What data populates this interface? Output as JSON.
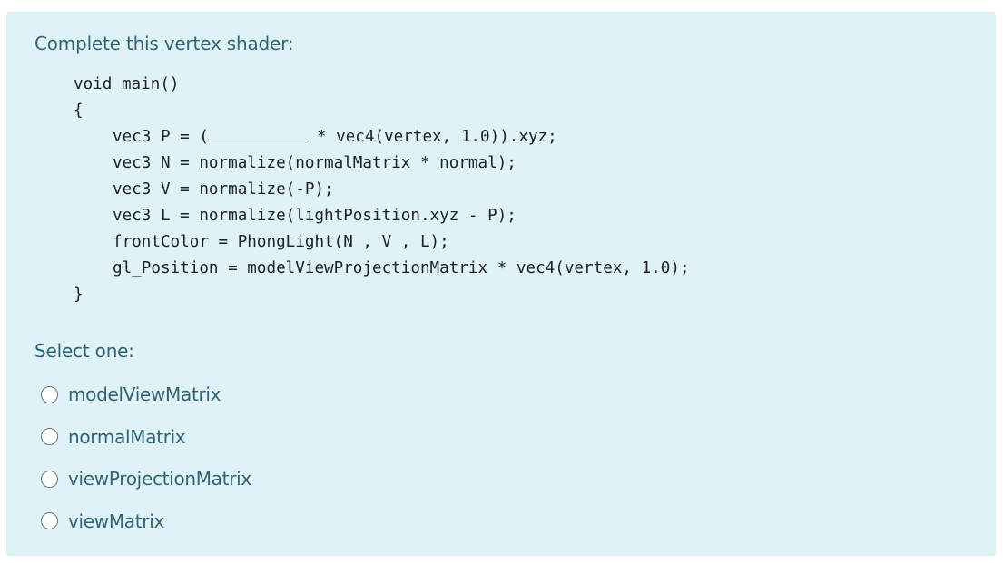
{
  "question": {
    "prompt": "Complete this vertex shader:",
    "code": {
      "line1": "void main()",
      "line2": "{",
      "line3_before": "vec3 P = (",
      "line3_after": "* vec4(vertex, 1.0)).xyz;",
      "line4": "vec3 N = normalize(normalMatrix * normal);",
      "line5": "vec3 V = normalize(-P);",
      "line6": "vec3 L = normalize(lightPosition.xyz - P);",
      "line7": "frontColor = PhongLight(N , V , L);",
      "line8": "gl_Position = modelViewProjectionMatrix * vec4(vertex, 1.0);",
      "line9": "}"
    },
    "select_label": "Select one:",
    "options": [
      {
        "label": "modelViewMatrix",
        "selected": false
      },
      {
        "label": "normalMatrix",
        "selected": false
      },
      {
        "label": "viewProjectionMatrix",
        "selected": false
      },
      {
        "label": "viewMatrix",
        "selected": false
      }
    ]
  },
  "colors": {
    "panel_background": "#def2f8",
    "text_teal": "#2f6473",
    "code_text": "#1d2125"
  }
}
